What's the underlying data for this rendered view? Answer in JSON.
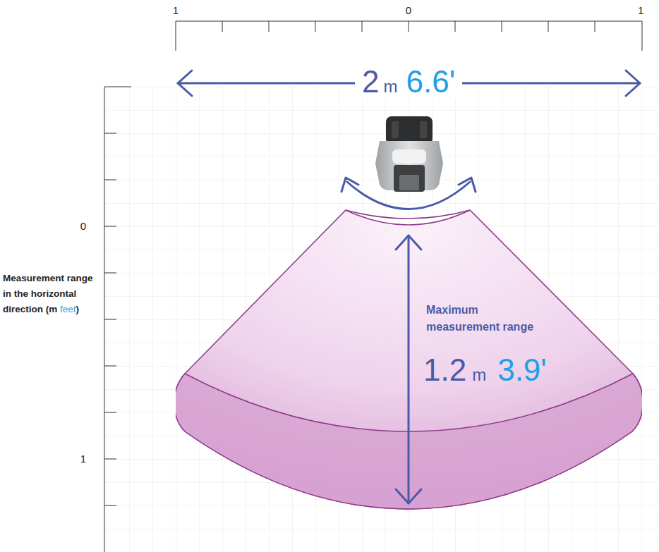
{
  "diagram": {
    "nodes": [
      {
        "text": [
          "Maximum measurement range",
          "1.2",
          "m",
          "3.9'"
        ]
      }
    ],
    "labels": [
      "1",
      "0",
      "1",
      "2",
      "m",
      "6.6'",
      "0",
      "1",
      "Measurement range in the horizontal direction (m",
      "feet",
      ")"
    ]
  }
}
